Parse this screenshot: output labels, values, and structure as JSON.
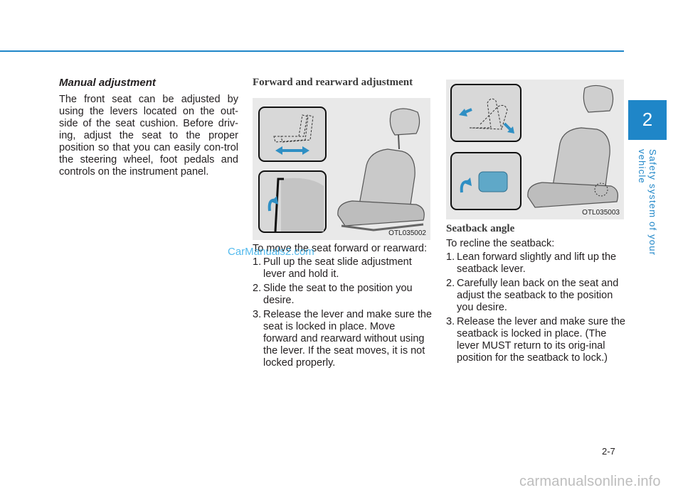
{
  "side_tab": {
    "number": "2",
    "section_title": "Safety system of your vehicle"
  },
  "col1": {
    "heading": "Manual adjustment",
    "paragraph": "The front seat can be adjusted by using the levers located on the out-side of the seat cushion. Before driv-ing, adjust the seat to the proper position so that you can easily con-trol the steering wheel, foot pedals and controls on the instrument panel."
  },
  "col2": {
    "heading": "Forward and rearward adjustment",
    "figure_code": "OTL035002",
    "intro": "To move the seat forward or rearward:",
    "steps": [
      {
        "n": "1.",
        "text": "Pull up the seat slide adjustment lever and hold it."
      },
      {
        "n": "2.",
        "text": "Slide the seat to the position you desire."
      },
      {
        "n": "3.",
        "text": "Release the lever and make sure the seat is locked in place. Move forward and rearward without using the lever. If the seat moves, it is not locked properly."
      }
    ]
  },
  "col3": {
    "figure_code": "OTL035003",
    "heading": "Seatback angle",
    "intro": "To recline the seatback:",
    "steps": [
      {
        "n": "1.",
        "text": "Lean forward slightly and lift up the seatback lever."
      },
      {
        "n": "2.",
        "text": "Carefully lean back on the seat and adjust the seatback to the position you desire."
      },
      {
        "n": "3.",
        "text": "Release the lever and make sure the seatback is locked in place. (The lever MUST return to its orig-inal position for the seatback to lock.)"
      }
    ]
  },
  "page_number": "2-7",
  "watermark": "CarManuals2.com",
  "footer_watermark": "carmanualsonline.info",
  "colors": {
    "accent": "#1f86c8",
    "arrow": "#2f8fc4"
  }
}
